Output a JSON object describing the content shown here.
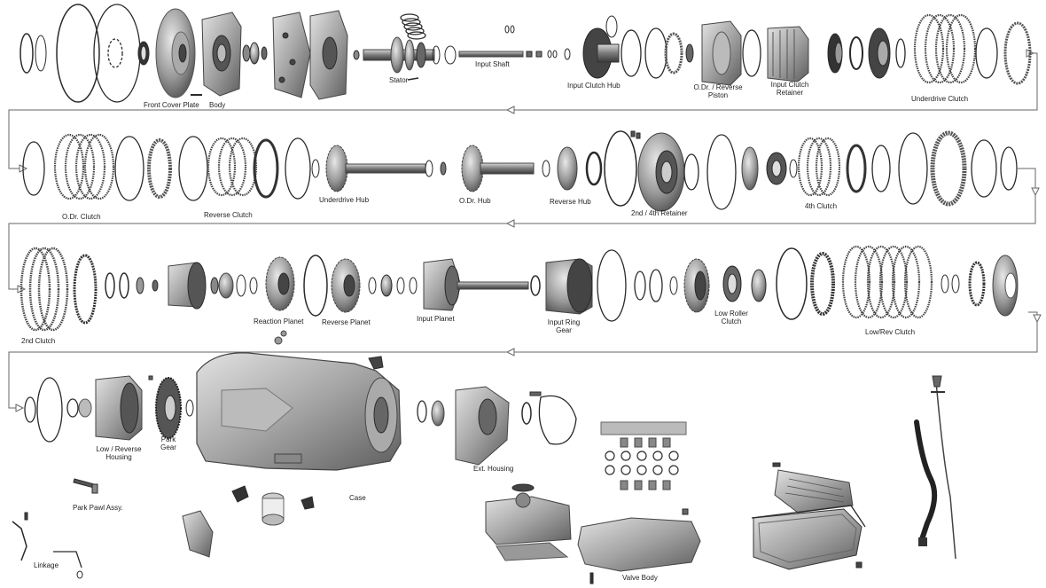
{
  "diagram": {
    "labels": {
      "front_cover_plate": "Front Cover Plate",
      "body": "Body",
      "stator": "Stator",
      "input_shaft": "Input Shaft",
      "input_clutch_hub": "Input Clutch Hub",
      "odr_reverse_piston": "O.Dr. / Reverse Piston",
      "input_clutch_retainer": "Input Clutch Retainer",
      "underdrive_clutch": "Underdrive Clutch",
      "odr_clutch": "O.Dr. Clutch",
      "reverse_clutch": "Reverse Clutch",
      "underdrive_hub": "Underdrive Hub",
      "odr_hub": "O.Dr. Hub",
      "reverse_hub": "Reverse Hub",
      "second_fourth_retainer": "2nd / 4th Retainer",
      "fourth_clutch": "4th Clutch",
      "second_clutch": "2nd Clutch",
      "reaction_planet": "Reaction Planet",
      "reverse_planet": "Reverse Planet",
      "input_planet": "Input Planet",
      "input_ring_gear": "Input Ring Gear",
      "low_roller_clutch": "Low Roller Clutch",
      "low_rev_clutch": "Low/Rev Clutch",
      "low_reverse_housing": "Low / Reverse Housing",
      "park_gear": "Park Gear",
      "case": "Case",
      "ext_housing": "Ext. Housing",
      "park_pawl_assy": "Park Pawl Assy.",
      "linkage": "Linkage",
      "valve_body": "Valve Body"
    },
    "colors": {
      "line": "#2a2a2a",
      "metal_dark": "#4a4a4a",
      "metal_mid": "#8c8c8c",
      "metal_light": "#c9c9c9",
      "arrow_line": "#666666"
    }
  }
}
